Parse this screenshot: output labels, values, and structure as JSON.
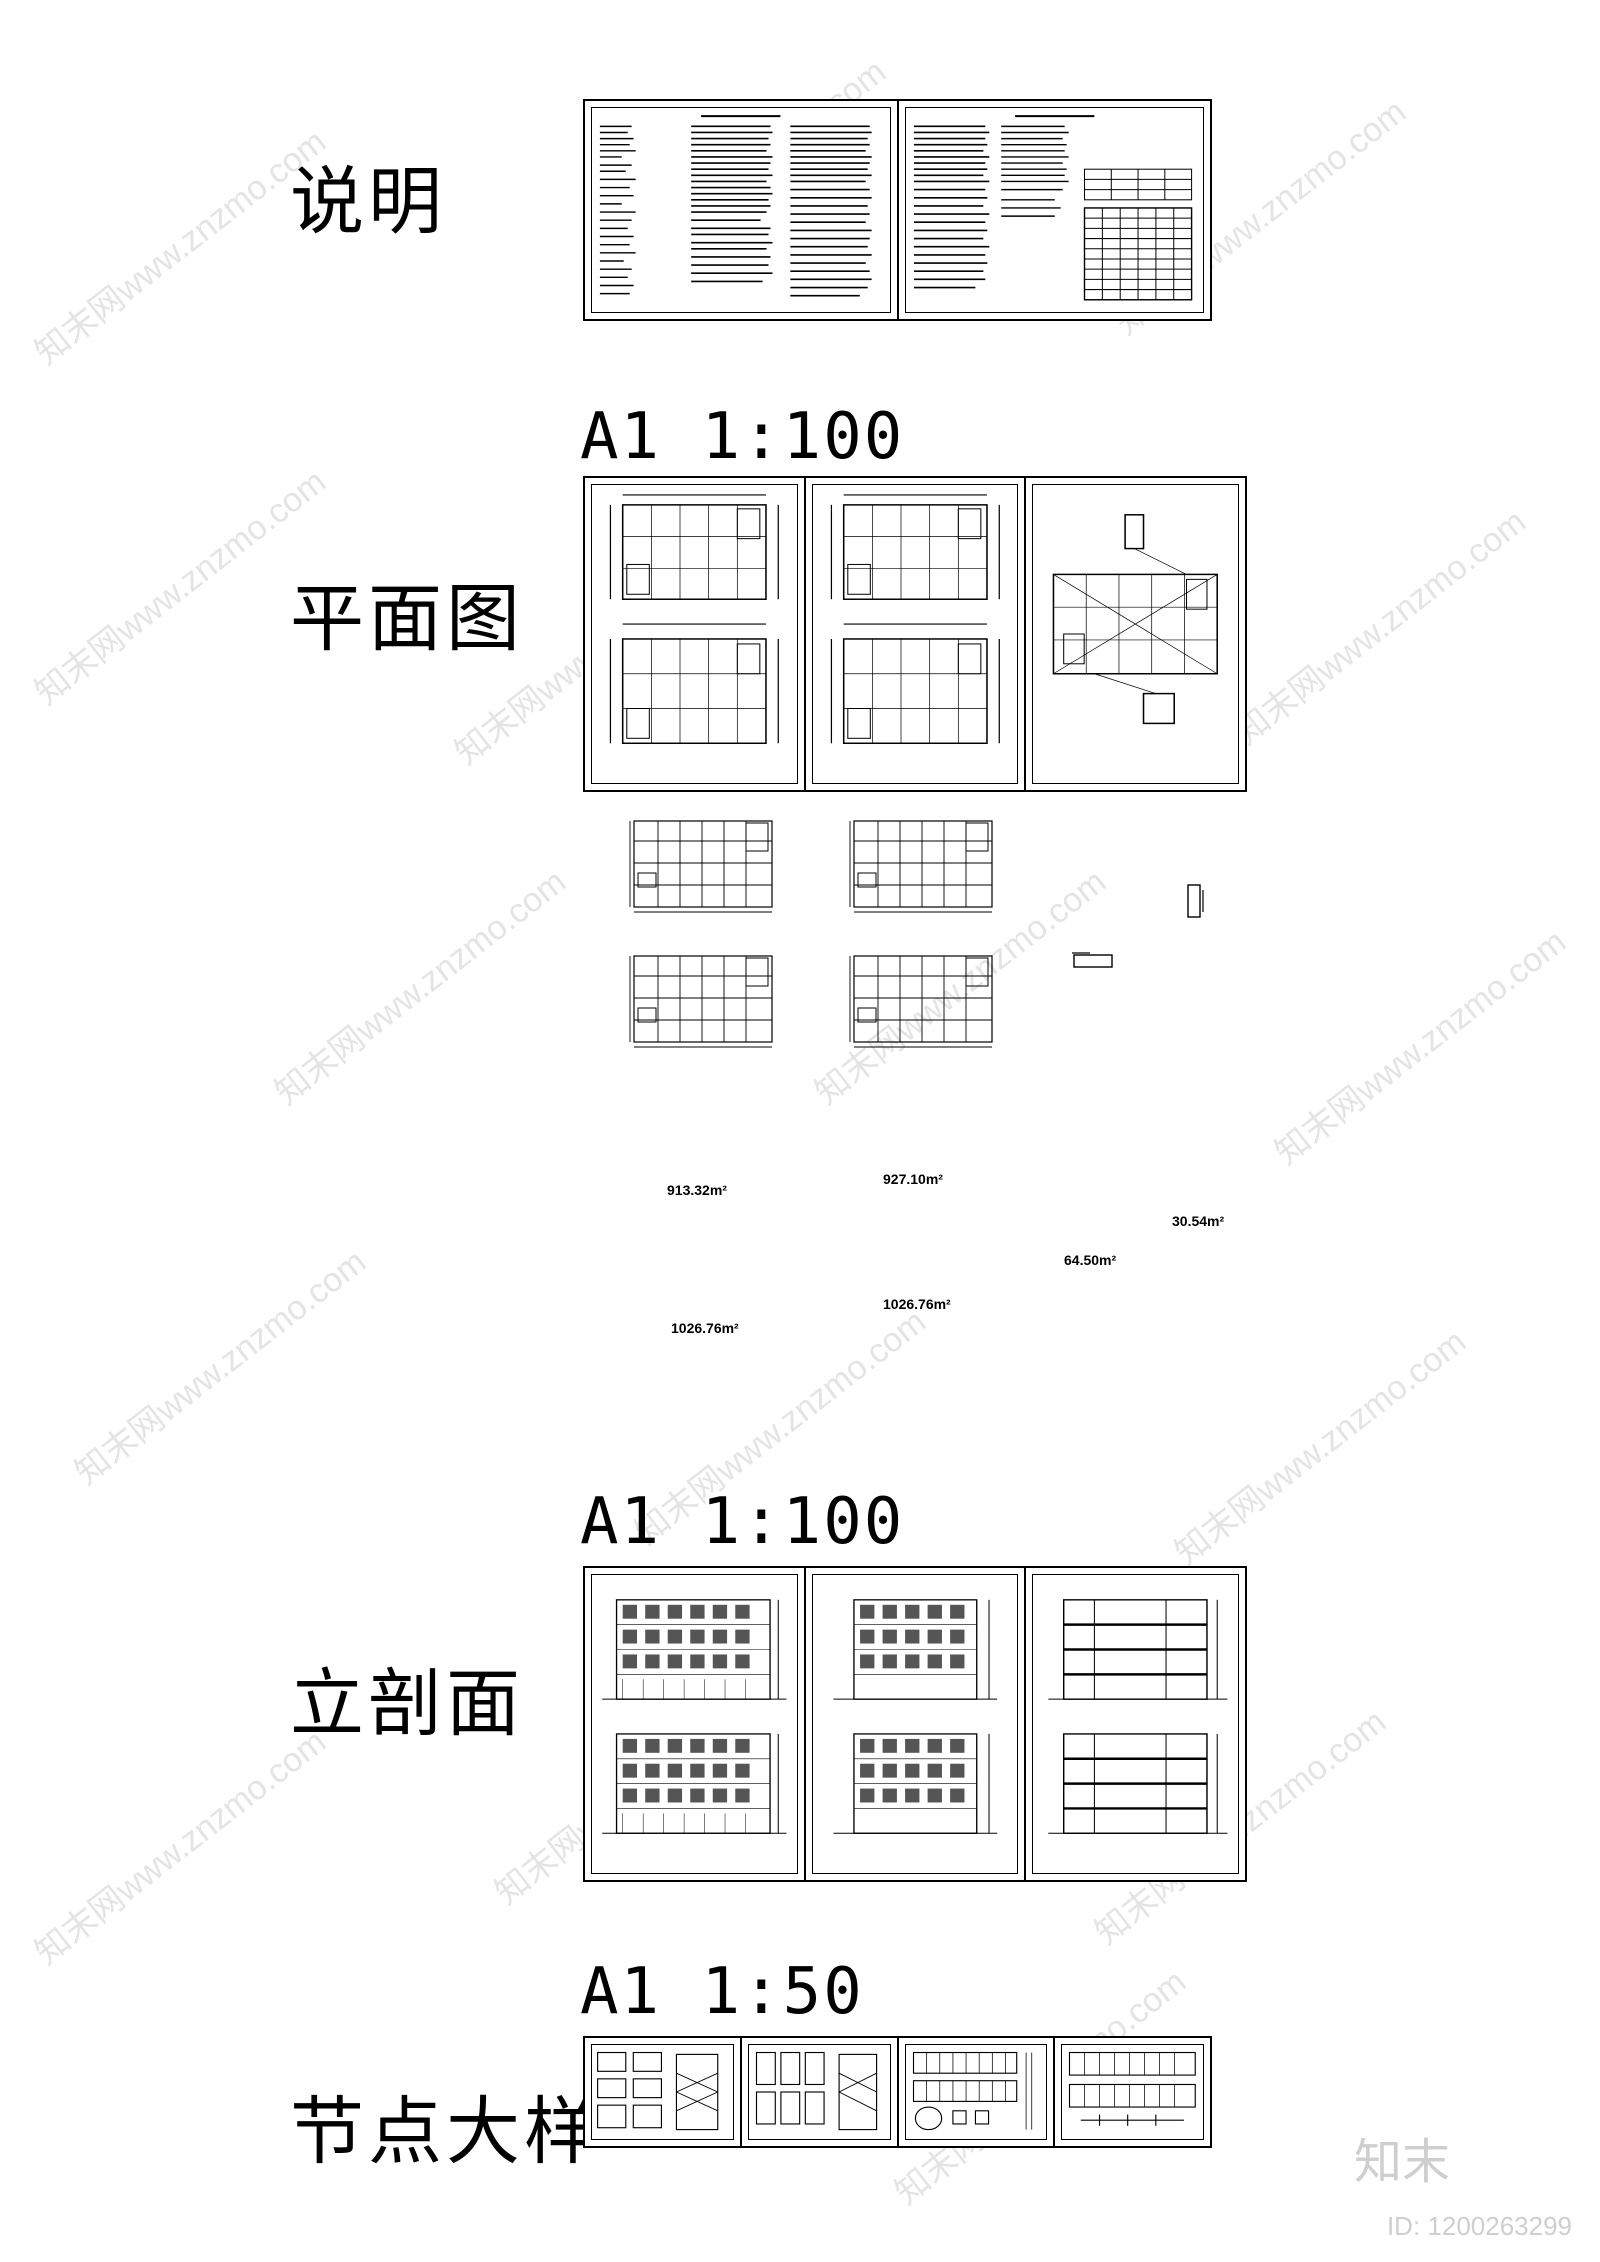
{
  "sections": {
    "notes": {
      "label": "说明"
    },
    "plans": {
      "label": "平面图",
      "scale": "A1  1:100"
    },
    "elevations": {
      "label": "立剖面",
      "scale": "A1  1:100"
    },
    "details": {
      "label": "节点大样",
      "scale": "A1  1:50"
    }
  },
  "areas": [
    "913.32m²",
    "927.10m²",
    "30.54m²",
    "64.50m²",
    "1026.76m²",
    "1026.76m²"
  ],
  "watermark": "知末网www.znzmo.com",
  "brand": "知末",
  "id_text": "ID: 1200263299"
}
